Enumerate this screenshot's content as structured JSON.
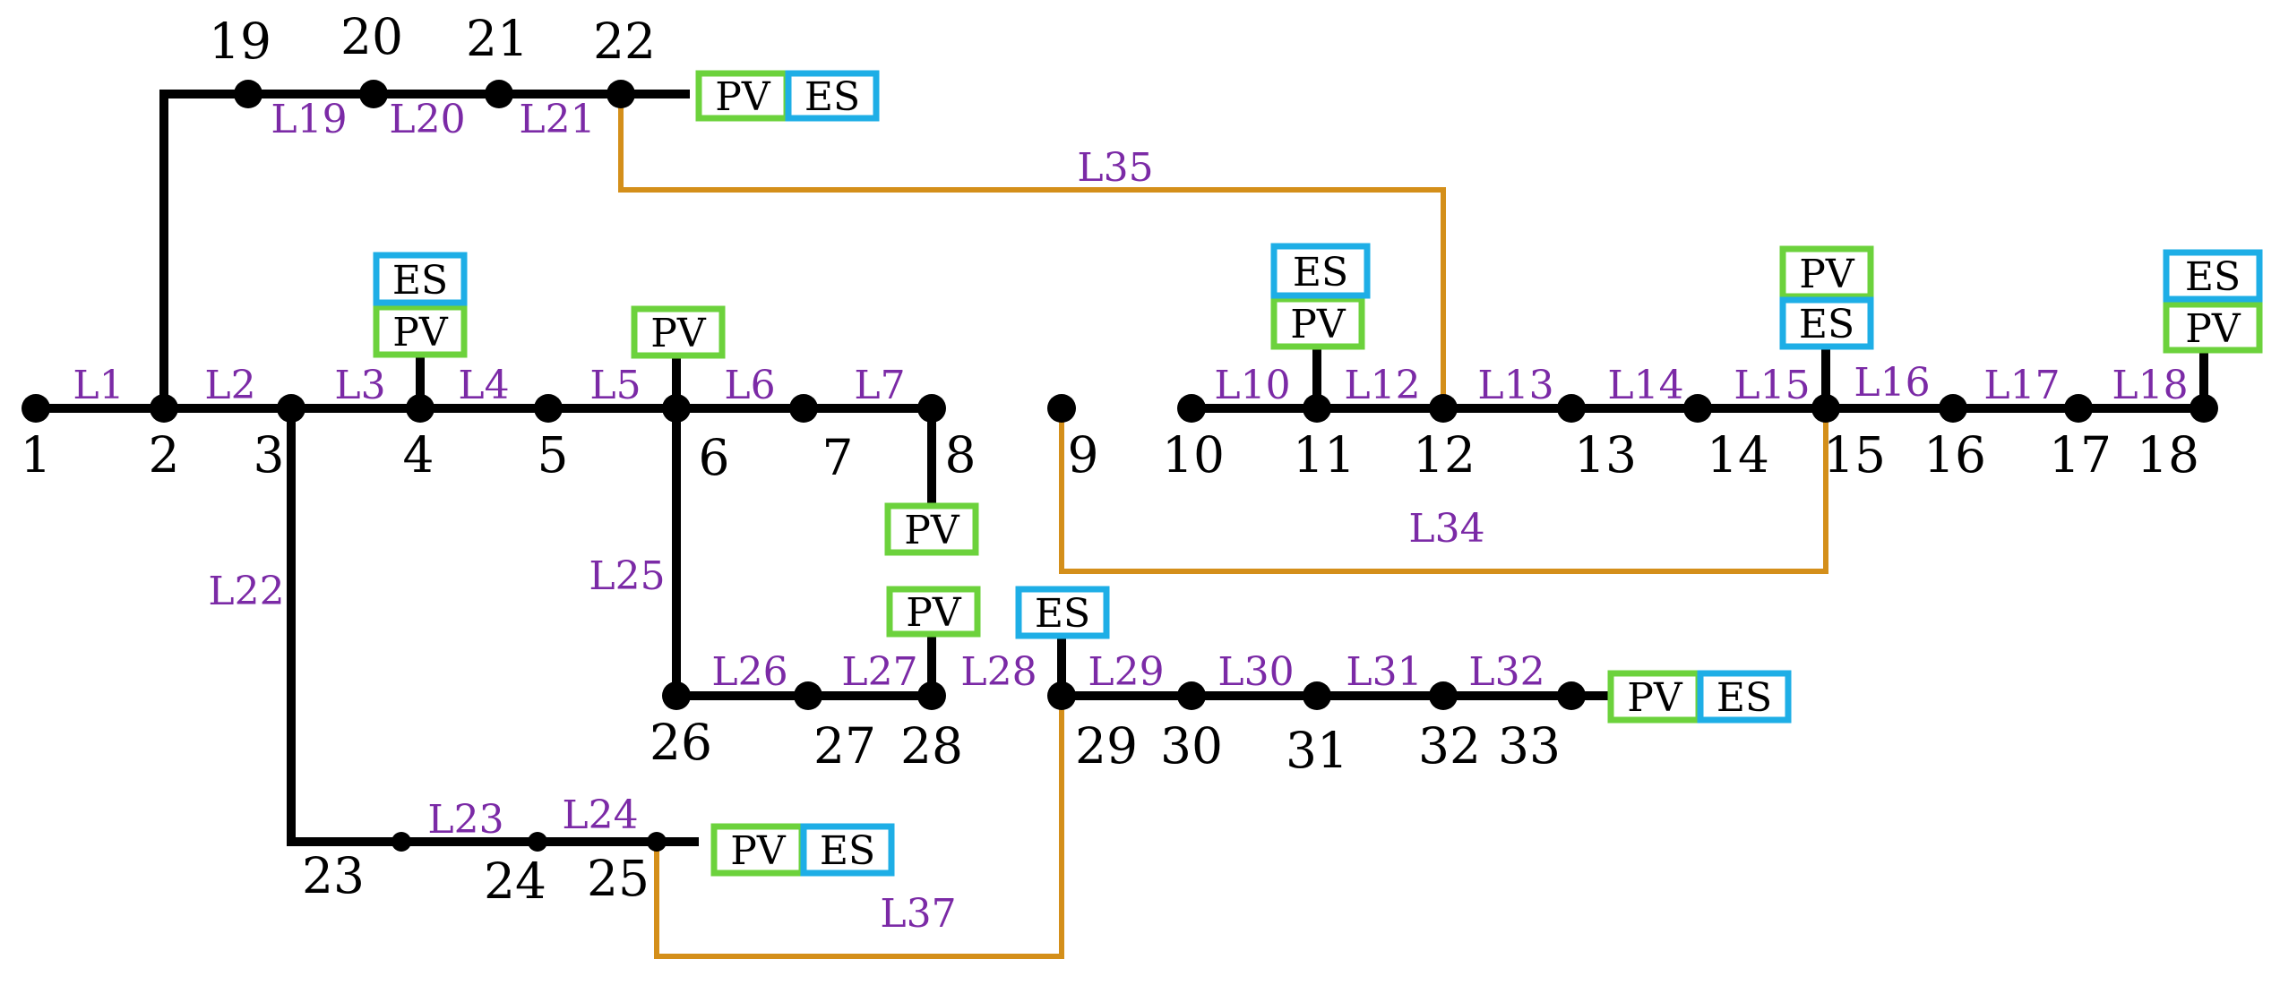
{
  "colors": {
    "main_line": "#000000",
    "tie_line": "#d48f1a",
    "line_label": "#7b2aa6",
    "pv_border": "#6cd23c",
    "es_border": "#1eaee6"
  },
  "box_labels": {
    "pv": "PV",
    "es": "ES"
  },
  "nodes": {
    "1": "1",
    "2": "2",
    "3": "3",
    "4": "4",
    "5": "5",
    "6": "6",
    "7": "7",
    "8": "8",
    "9": "9",
    "10": "10",
    "11": "11",
    "12": "12",
    "13": "13",
    "14": "14",
    "15": "15",
    "16": "16",
    "17": "17",
    "18": "18",
    "19": "19",
    "20": "20",
    "21": "21",
    "22": "22",
    "23": "23",
    "24": "24",
    "25": "25",
    "26": "26",
    "27": "27",
    "28": "28",
    "29": "29",
    "30": "30",
    "31": "31",
    "32": "32",
    "33": "33"
  },
  "lines": {
    "L1": "L1",
    "L2": "L2",
    "L3": "L3",
    "L4": "L4",
    "L5": "L5",
    "L6": "L6",
    "L7": "L7",
    "L10": "L10",
    "L12": "L12",
    "L13": "L13",
    "L14": "L14",
    "L15": "L15",
    "L16": "L16",
    "L17": "L17",
    "L18": "L18",
    "L19": "L19",
    "L20": "L20",
    "L21": "L21",
    "L22": "L22",
    "L23": "L23",
    "L24": "L24",
    "L25": "L25",
    "L26": "L26",
    "L27": "L27",
    "L28": "L28",
    "L29": "L29",
    "L30": "L30",
    "L31": "L31",
    "L32": "L32",
    "L34": "L34",
    "L35": "L35",
    "L37": "L37"
  }
}
